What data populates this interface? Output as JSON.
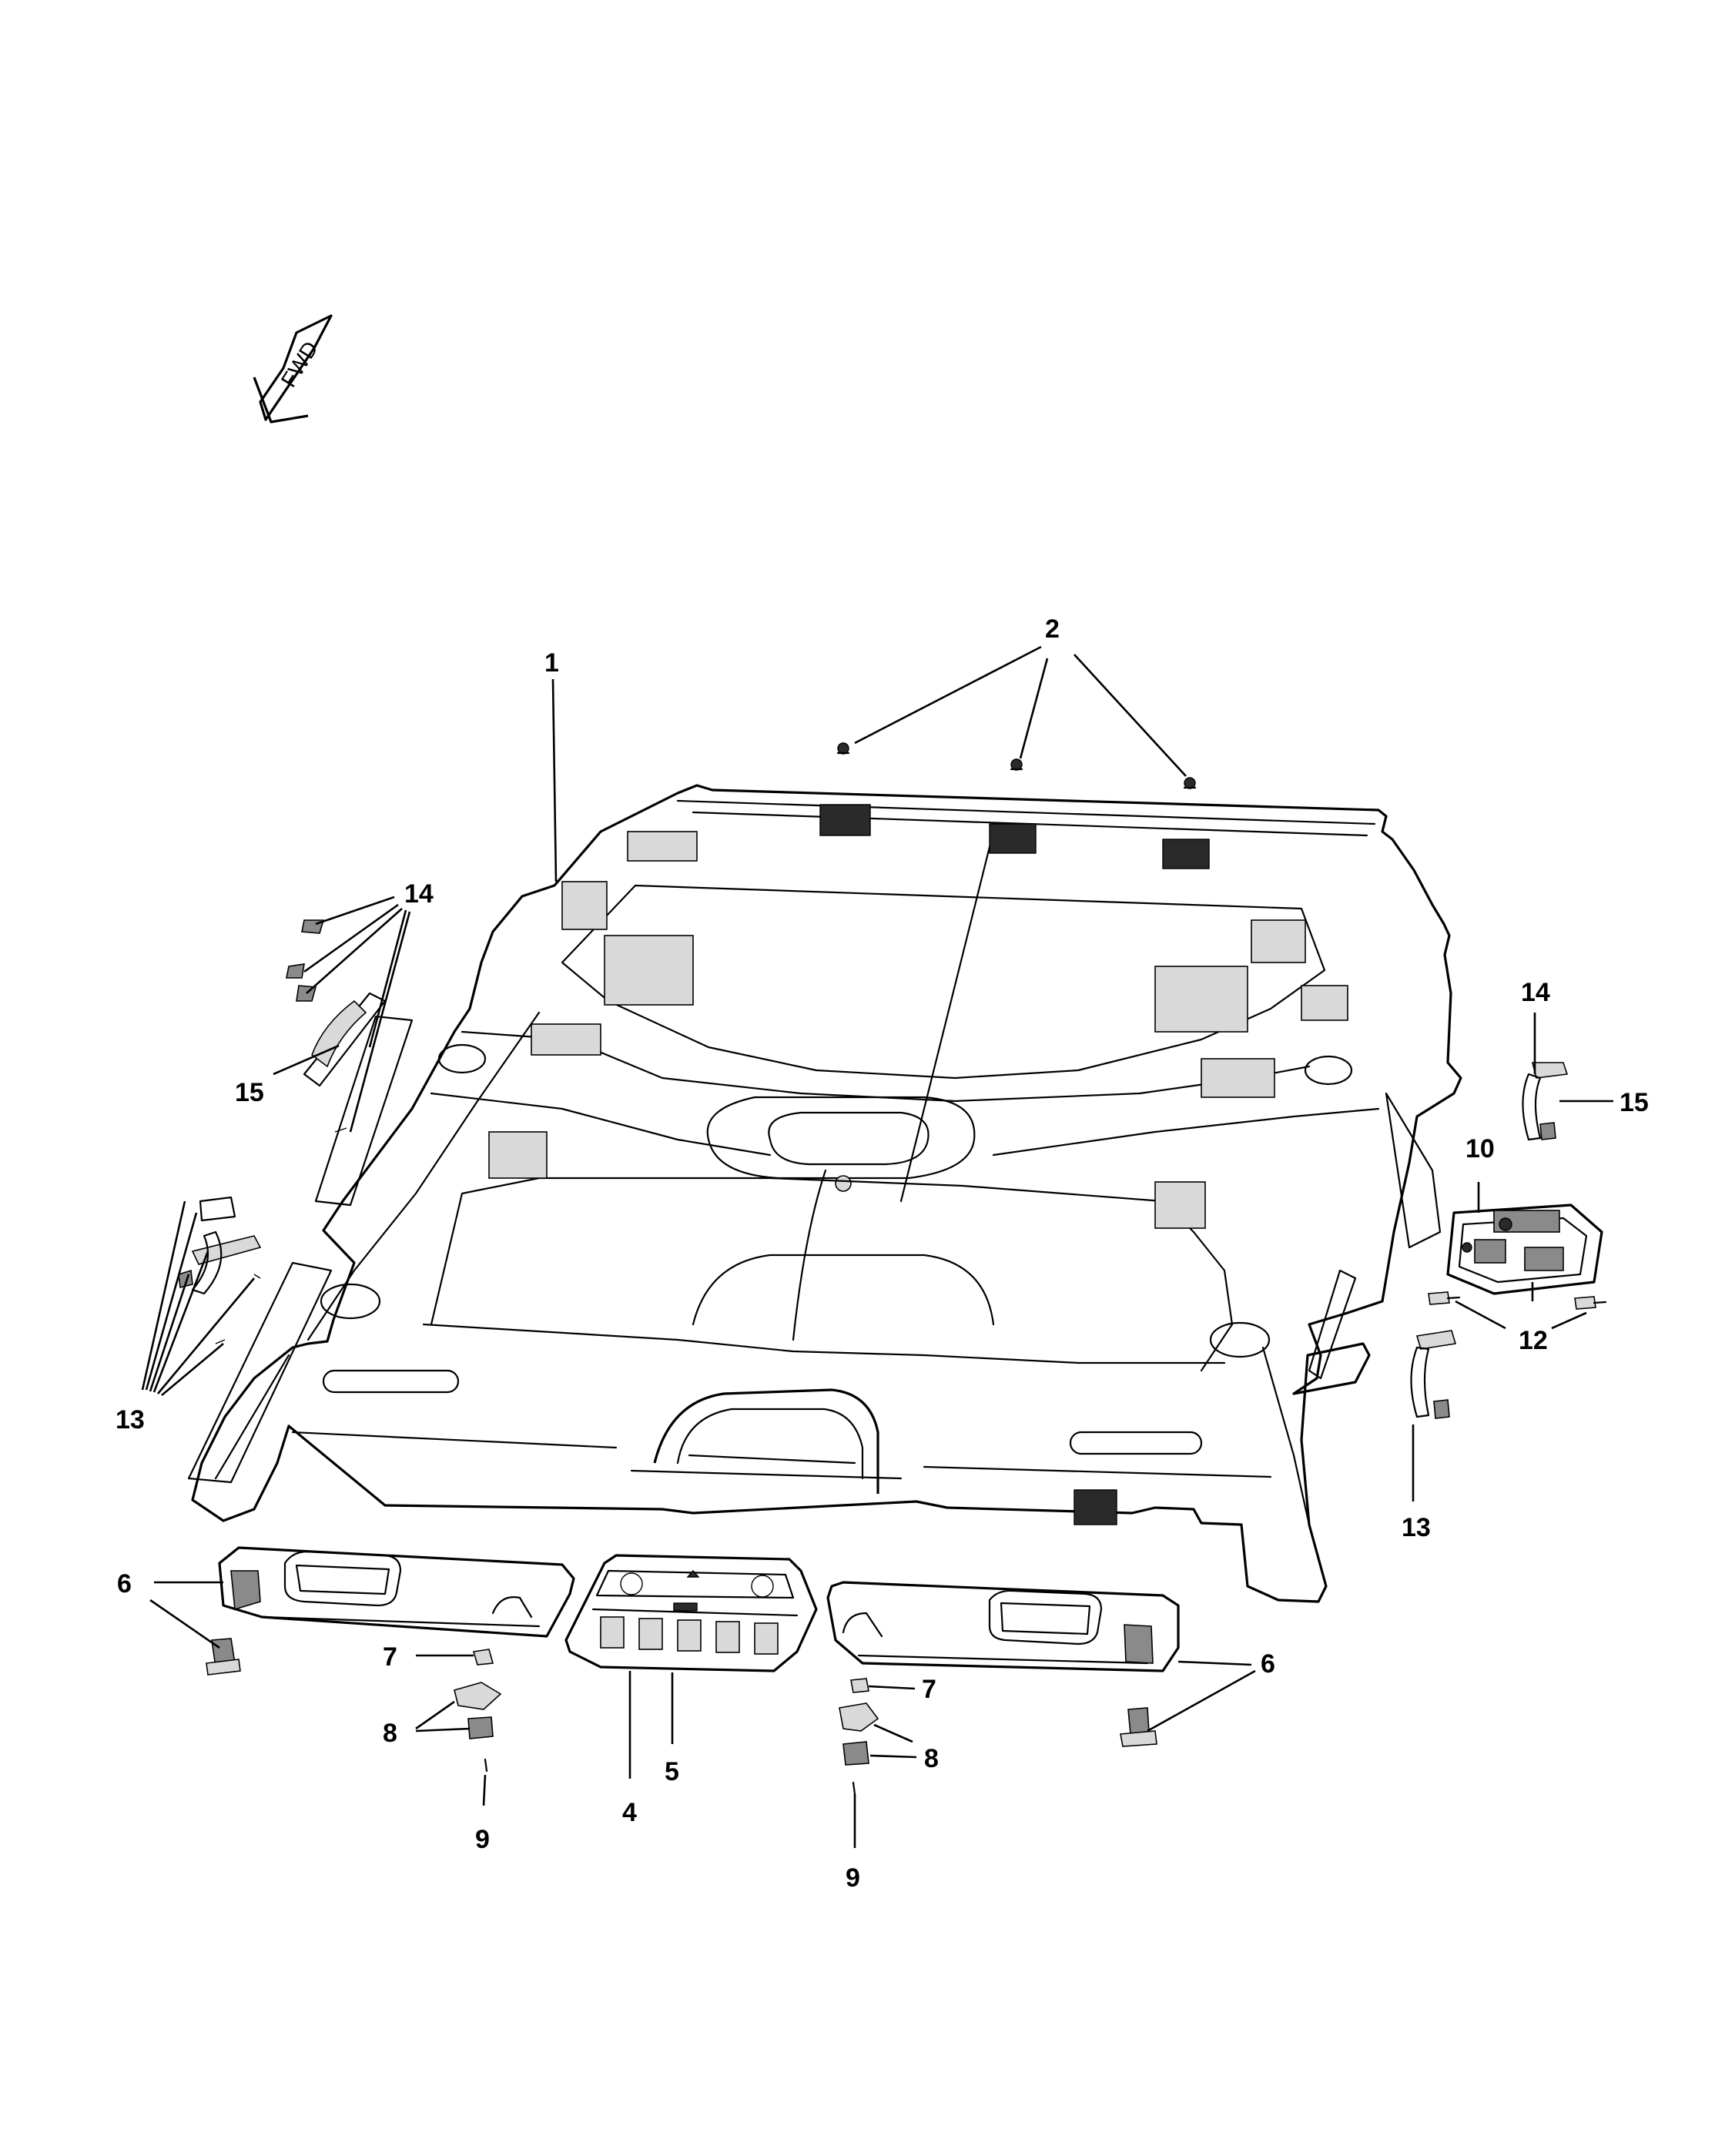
{
  "direction_marker": {
    "label": "FWD"
  },
  "callouts": {
    "c1": "1",
    "c2": "2",
    "c4": "4",
    "c5": "5",
    "c6_left": "6",
    "c6_right": "6",
    "c7_left": "7",
    "c7_right": "7",
    "c8_left": "8",
    "c8_right": "8",
    "c9_left": "9",
    "c9_right": "9",
    "c10": "10",
    "c12": "12",
    "c13_left": "13",
    "c13_right": "13",
    "c14_left": "14",
    "c14_right": "14",
    "c15_left": "15",
    "c15_right": "15"
  }
}
